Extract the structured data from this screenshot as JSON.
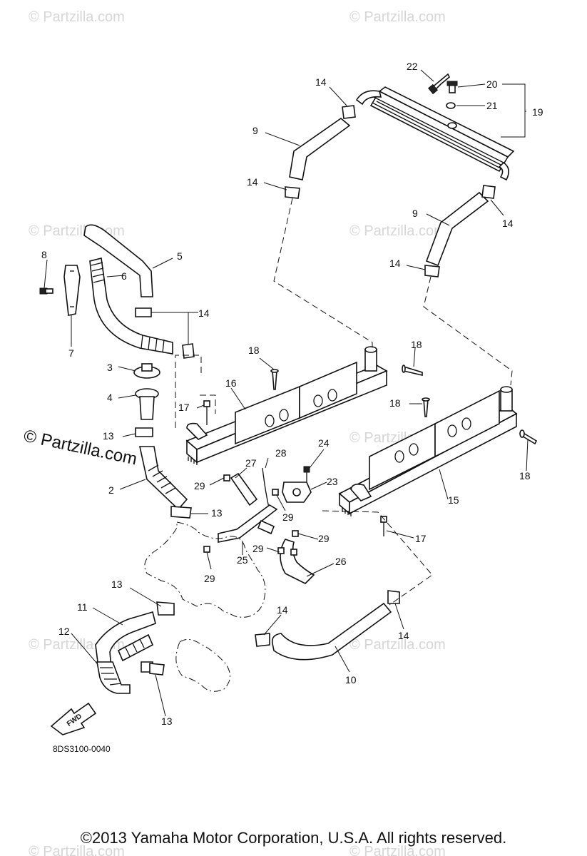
{
  "watermark": {
    "text": "© Partzilla.com",
    "main_text": "© Partzilla.com"
  },
  "callouts": [
    "22",
    "14",
    "20",
    "21",
    "19",
    "9",
    "14",
    "9",
    "14",
    "14",
    "8",
    "5",
    "6",
    "14",
    "7",
    "3",
    "4",
    "18",
    "16",
    "17",
    "18",
    "18",
    "13",
    "28",
    "27",
    "24",
    "23",
    "29",
    "2",
    "13",
    "15",
    "29",
    "29",
    "29",
    "25",
    "29",
    "26",
    "17",
    "18",
    "13",
    "11",
    "14",
    "12",
    "14",
    "10",
    "13"
  ],
  "diagram_code": "8DS3100-0040",
  "fwd_label": "FWD",
  "footer": "©2013  Yamaha Motor Corporation, U.S.A. All rights reserved."
}
